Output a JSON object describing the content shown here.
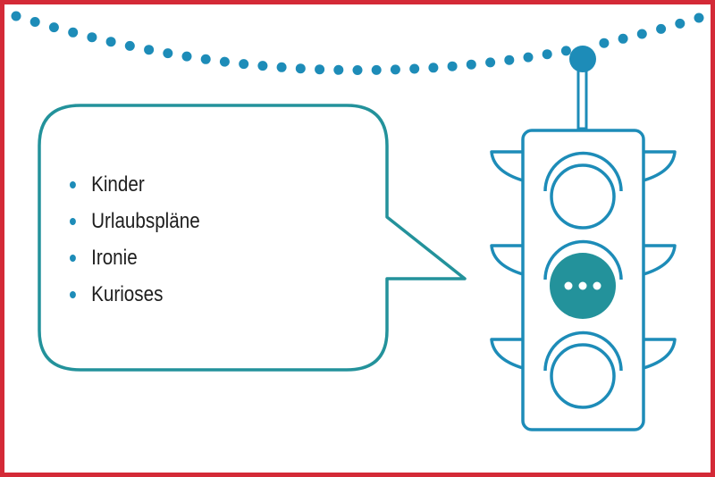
{
  "colors": {
    "frame": "#d42a37",
    "bubble_stroke": "#23929b",
    "light_stroke": "#1d8cb8",
    "garland": "#1d8cb8",
    "active_lamp": "#23929b"
  },
  "bubble": {
    "items": [
      "Kinder",
      "Urlaubspläne",
      "Ironie",
      "Kurioses"
    ]
  },
  "traffic_light": {
    "active_lamp": "middle",
    "active_icon": "ellipsis-icon"
  }
}
